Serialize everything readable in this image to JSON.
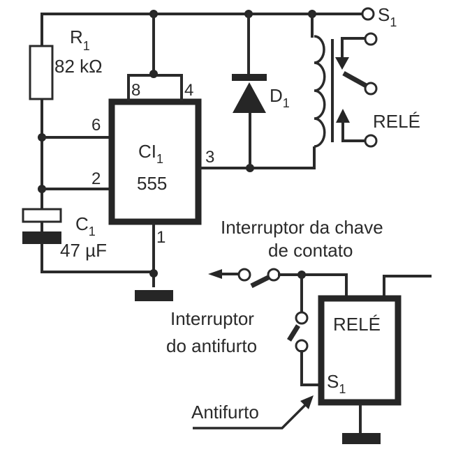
{
  "components": {
    "r1": {
      "ref": "R",
      "ref_sub": "1",
      "value": "82 kΩ"
    },
    "c1": {
      "ref": "C",
      "ref_sub": "1",
      "value": "47 µF"
    },
    "ic1": {
      "ref": "CI",
      "ref_sub": "1",
      "value": "555",
      "pins": {
        "p8": "8",
        "p4": "4",
        "p6": "6",
        "p2": "2",
        "p3": "3",
        "p1": "1"
      }
    },
    "d1": {
      "ref": "D",
      "ref_sub": "1"
    },
    "relay_top": {
      "label": "RELÉ"
    },
    "s1_terminal": {
      "ref": "S",
      "ref_sub": "1"
    }
  },
  "bottom": {
    "ignition_switch_label_1": "Interruptor da chave",
    "ignition_switch_label_2": "de contato",
    "alarm_switch_label_1": "Interruptor",
    "alarm_switch_label_2": "do antifurto",
    "relay_box_label": "RELÉ",
    "relay_box_s1": "S",
    "relay_box_s1_sub": "1",
    "antitheft_label": "Antifurto"
  }
}
